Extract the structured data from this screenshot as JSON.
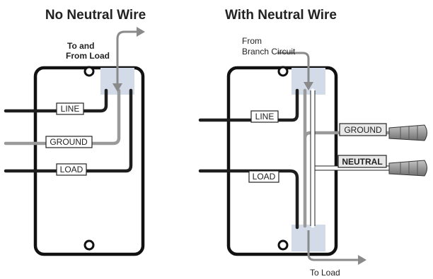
{
  "diagrams": {
    "left": {
      "title": "No Neutral Wire",
      "note_line1": "To and",
      "note_line2": "From Load",
      "labels": {
        "line": "LINE",
        "ground": "GROUND",
        "load": "LOAD"
      }
    },
    "right": {
      "title": "With Neutral Wire",
      "note_top_line1": "From",
      "note_top_line2": "Branch Circuit",
      "note_bottom": "To Load",
      "labels": {
        "line": "LINE",
        "load": "LOAD",
        "ground": "GROUND",
        "neutral": "NEUTRAL"
      }
    }
  },
  "colors": {
    "hot_wire": "#1e1e1e",
    "ground_wire": "#9a9a9a",
    "box_outline": "#111111",
    "arrow": "#8a8a8a",
    "conduit": "#d3dbe8"
  }
}
